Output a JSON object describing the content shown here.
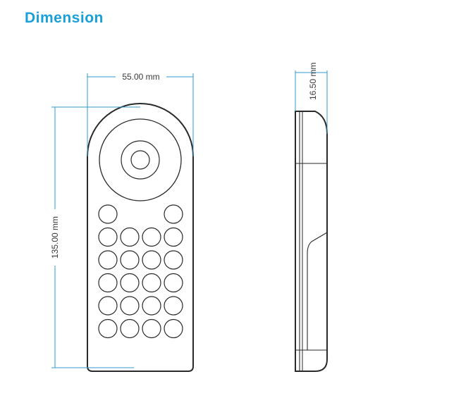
{
  "title": "Dimension",
  "colors": {
    "title": "#1aa0d8",
    "outline": "#2a2a2a",
    "dimension_line": "#3399cc",
    "dimension_text": "#3a3a3a"
  },
  "dimensions": {
    "width": "55.00 mm",
    "height": "135.00 mm",
    "thickness": "16.50 mm"
  },
  "keypad": {
    "rows": [
      {
        "keys": 2
      },
      {
        "keys": 4
      },
      {
        "keys": 4
      },
      {
        "keys": 4
      },
      {
        "keys": 4
      },
      {
        "keys": 4
      }
    ]
  }
}
